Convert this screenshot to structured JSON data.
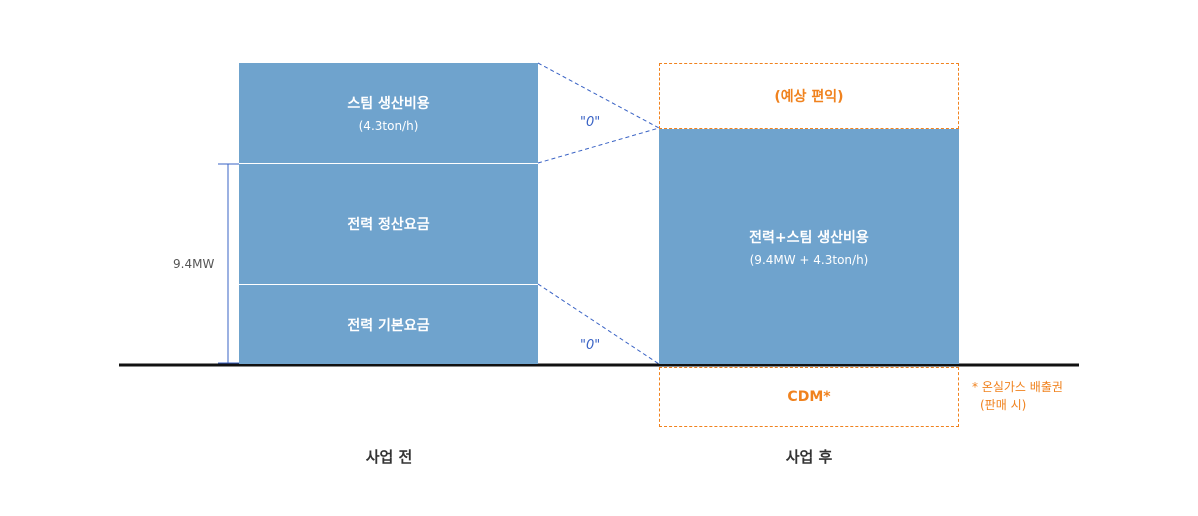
{
  "before": {
    "steam_cost": "스팀 생산비용",
    "steam_amount": "(4.3ton/h)",
    "power_settlement": "전력 정산요금",
    "power_basic": "전력 기본요금",
    "caption": "사업 전",
    "mw_label": "9.4MW"
  },
  "zero_top": "\"0\"",
  "zero_bottom": "\"0\"",
  "after": {
    "expected_benefit": "(예상 편익)",
    "combined_cost": "전력+스팀 생산비용",
    "combined_amount": "(9.4MW + 4.3ton/h)",
    "cdm": "CDM*",
    "caption": "사업 후"
  },
  "note": {
    "line1": "* 온실가스 배출권",
    "line2": "(판매 시)"
  },
  "colors": {
    "block": "#6fa3cd",
    "accent": "#f0821e",
    "guide": "#3a63c5"
  }
}
